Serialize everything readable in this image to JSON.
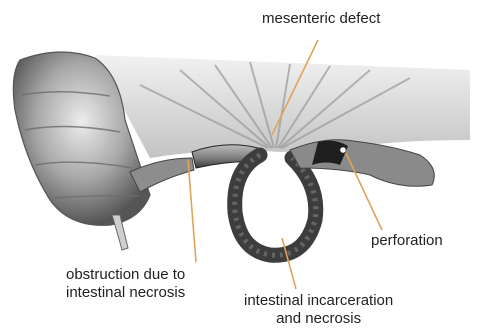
{
  "labels": {
    "mesenteric_defect": "mesenteric defect",
    "perforation": "perforation",
    "obstruction": "obstruction due to\nintestinal necrosis",
    "incarceration": "intestinal incarceration\nand necrosis"
  },
  "colors": {
    "leader_line": "#e3a15a",
    "bowel_dark": "#2c2c2c",
    "colon": "#8a8a8a",
    "mesentery": "#d4d4d4"
  }
}
